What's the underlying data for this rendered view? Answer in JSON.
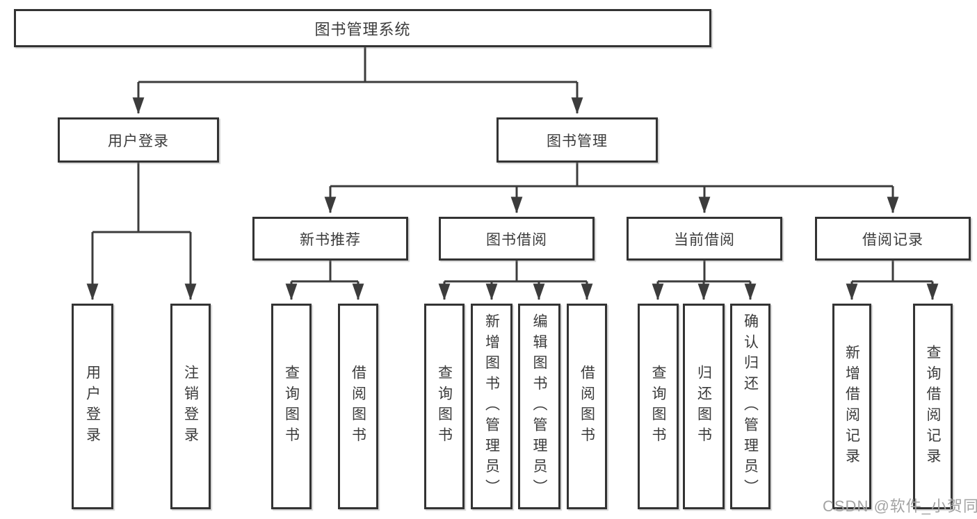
{
  "tree": {
    "label": "图书管理系统",
    "children": [
      {
        "label": "用户登录",
        "children": [
          {
            "label": "用户登录"
          },
          {
            "label": "注销登录"
          }
        ]
      },
      {
        "label": "图书管理",
        "children": [
          {
            "label": "新书推荐",
            "children": [
              {
                "label": "查询图书"
              },
              {
                "label": "借阅图书"
              }
            ]
          },
          {
            "label": "图书借阅",
            "children": [
              {
                "label": "查询图书"
              },
              {
                "label": "新增图书（管理员）"
              },
              {
                "label": "编辑图书（管理员）"
              },
              {
                "label": "借阅图书"
              }
            ]
          },
          {
            "label": "当前借阅",
            "children": [
              {
                "label": "查询图书"
              },
              {
                "label": "归还图书"
              },
              {
                "label": "确认归还（管理员）"
              }
            ]
          },
          {
            "label": "借阅记录",
            "children": [
              {
                "label": "新增借阅记录"
              },
              {
                "label": "查询借阅记录"
              }
            ]
          }
        ]
      }
    ]
  },
  "watermark": {
    "text": "CSDN @软件_小贺同学"
  },
  "colors": {
    "line": "#3c3c3c",
    "box_border": "#333333",
    "box_background": "#ffffff",
    "text": "#3b3b3b",
    "watermark": "#a3a3a3"
  }
}
